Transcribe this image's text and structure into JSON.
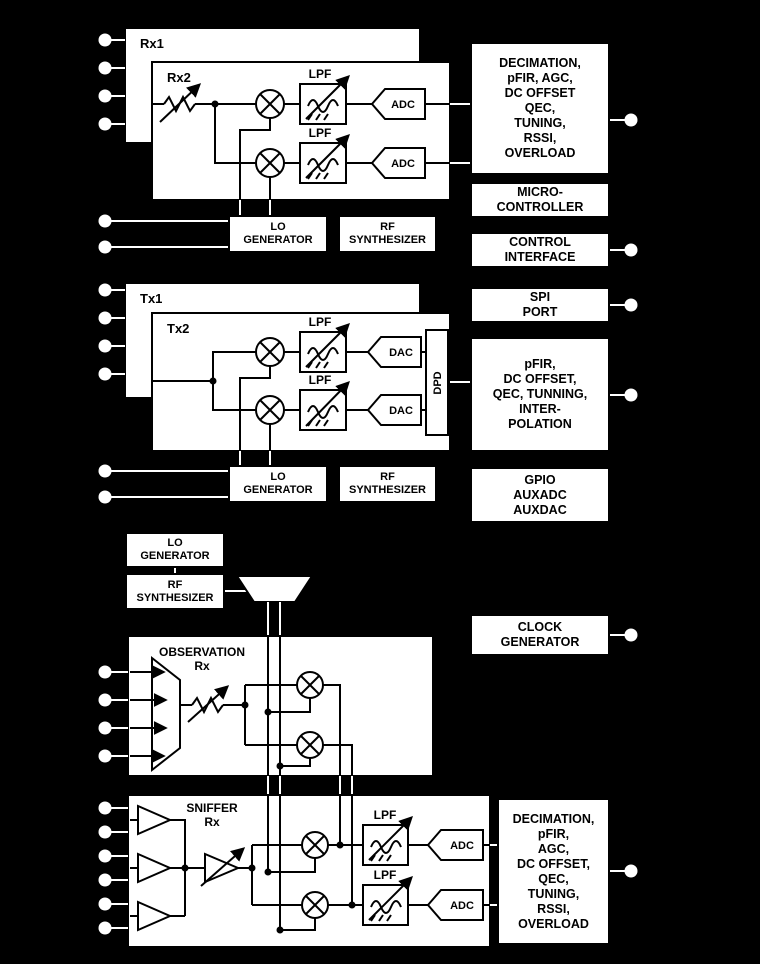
{
  "labels": {
    "rx1": "Rx1",
    "rx2": "Rx2",
    "tx1": "Tx1",
    "tx2": "Tx2",
    "lpf": "LPF",
    "adc": "ADC",
    "dac": "DAC",
    "dpd": "DPD",
    "observation_line1": "OBSERVATION",
    "observation_line2": "Rx",
    "sniffer_line1": "SNIFFER",
    "sniffer_line2": "Rx"
  },
  "blocks": {
    "rx_dsp": "DECIMATION,\npFIR, AGC,\nDC OFFSET\nQEC,\nTUNING,\nRSSI,\nOVERLOAD",
    "microcontroller": "MICRO-\nCONTROLLER",
    "control_interface": "CONTROL\nINTERFACE",
    "spi_port": "SPI\nPORT",
    "tx_dsp": "pFIR,\nDC OFFSET,\nQEC, TUNNING,\nINTER-\nPOLATION",
    "gpio": "GPIO\nAUXADC\nAUXDAC",
    "clock_generator": "CLOCK\nGENERATOR",
    "sniffer_dsp": "DECIMATION,\npFIR,\nAGC,\nDC OFFSET,\nQEC,\nTUNING,\nRSSI,\nOVERLOAD",
    "lo_generator": "LO\nGENERATOR",
    "rf_synthesizer": "RF\nSYNTHESIZER"
  },
  "colors": {
    "background": "#000000",
    "box_fill": "#ffffff",
    "diagram_line": "#000000",
    "outer_line": "#ffffff"
  }
}
